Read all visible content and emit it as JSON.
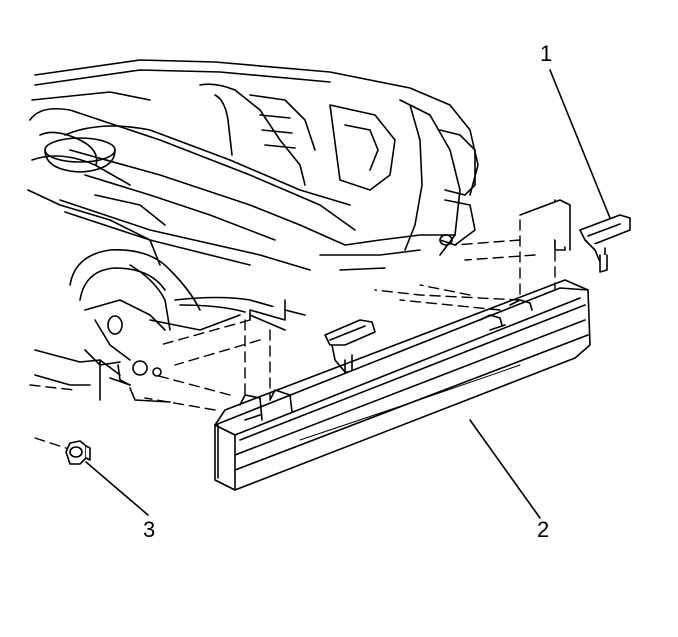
{
  "diagram": {
    "callouts": {
      "c1": "1",
      "c2": "2",
      "c3": "3"
    },
    "colors": {
      "line": "#000000",
      "fill": "#ffffff",
      "shade": "#e9e9e9"
    }
  }
}
